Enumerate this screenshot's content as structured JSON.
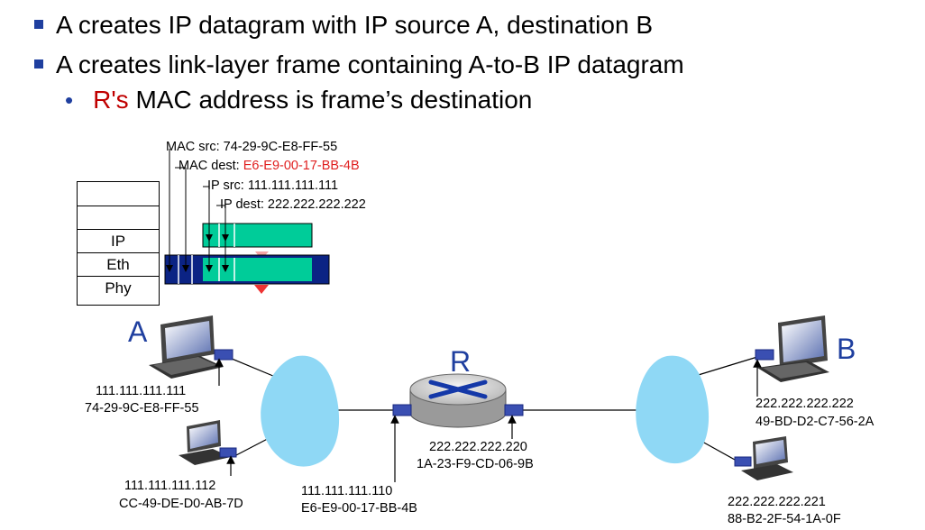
{
  "bullets": [
    "A creates IP datagram with IP source A, destination B",
    "A creates link-layer frame containing A-to-B IP datagram"
  ],
  "sub_bullet": {
    "red": "R's",
    "rest": " MAC address is frame’s destination"
  },
  "frame_labels": {
    "mac_src": "MAC src: 74-29-9C-E8-FF-55",
    "mac_dest_prefix": "MAC dest: ",
    "mac_dest_value": "E6-E9-00-17-BB-4B",
    "ip_src": "IP src: 111.111.111.111",
    "ip_dest": "IP dest: 222.222.222.222"
  },
  "stack_layers": [
    "",
    "",
    "IP",
    "Eth",
    "Phy"
  ],
  "nodes": {
    "A": {
      "label": "A",
      "ip": "111.111.111.111",
      "mac": "74-29-9C-E8-FF-55"
    },
    "host2": {
      "ip": "111.111.111.112",
      "mac": "CC-49-DE-D0-AB-7D"
    },
    "R": {
      "label": "R",
      "left_ip": "111.111.111.110",
      "left_mac": "E6-E9-00-17-BB-4B",
      "right_ip": "222.222.222.220",
      "right_mac": "1A-23-F9-CD-06-9B"
    },
    "B": {
      "label": "B",
      "ip": "222.222.222.222",
      "mac": "49-BD-D2-C7-56-2A"
    },
    "host4": {
      "ip": "222.222.222.221",
      "mac": "88-B2-2F-54-1A-0F"
    }
  },
  "colors": {
    "frame": "#0b2384",
    "datagram": "#00cc99",
    "cloud": "#8fd8f5",
    "accent_red": "#c00000",
    "bullet": "#1f3f9f"
  }
}
